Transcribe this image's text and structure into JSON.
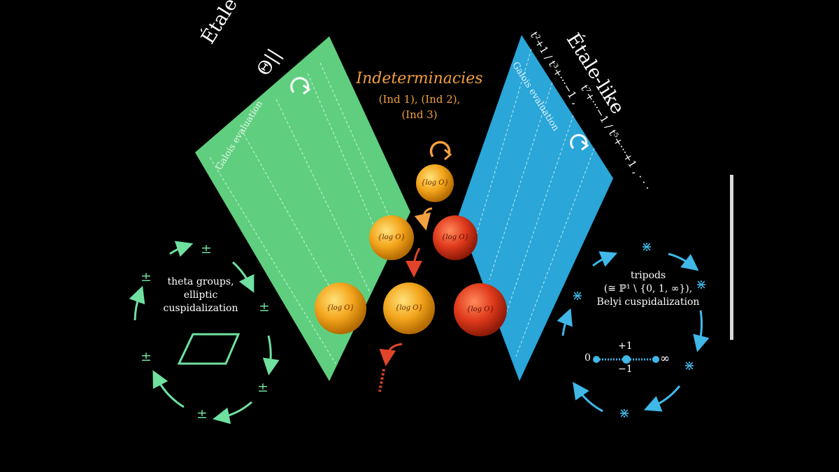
{
  "left_panel": {
    "heading": "Étale-like",
    "theta_symbol": "Θ||",
    "sublabel": "Galois evaluation",
    "color": "#5fcf7f"
  },
  "right_panel": {
    "heading": "Étale-like",
    "sublabel": "Galois evaluation",
    "fraction_1": "t²+1 / t³+···−1 ,",
    "fraction_2": "t⁷+···−1 / t⁵+···+1 , · · ·",
    "color": "#2aa6d8"
  },
  "center": {
    "title": "Indeterminacies",
    "subtitle_line1": "(Ind 1), (Ind 2),",
    "subtitle_line2": "(Ind 3)",
    "accent_color": "#f2a040",
    "red_color": "#e0452a"
  },
  "balls": [
    {
      "label": "{log O}",
      "tone": "orange"
    },
    {
      "label": "{log O}",
      "tone": "orange"
    },
    {
      "label": "{log O}",
      "tone": "red"
    },
    {
      "label": "{log O}",
      "tone": "orange"
    },
    {
      "label": "{log O}",
      "tone": "orange"
    },
    {
      "label": "{log O}",
      "tone": "red"
    }
  ],
  "left_circle": {
    "text_line1": "theta groups,",
    "text_line2": "elliptic",
    "text_line3": "cuspidalization",
    "symbol": "±",
    "color": "#6fe0a0"
  },
  "right_circle": {
    "text_line1": "tripods",
    "text_line2": "(≅ ℙ¹ \\ {0, 1, ∞}),",
    "text_line3": "Belyi cuspidalization",
    "symbol": "⋇",
    "label_zero": "0",
    "label_plus": "+1",
    "label_minus": "−1",
    "label_inf": "∞",
    "color": "#3fb8e8"
  }
}
